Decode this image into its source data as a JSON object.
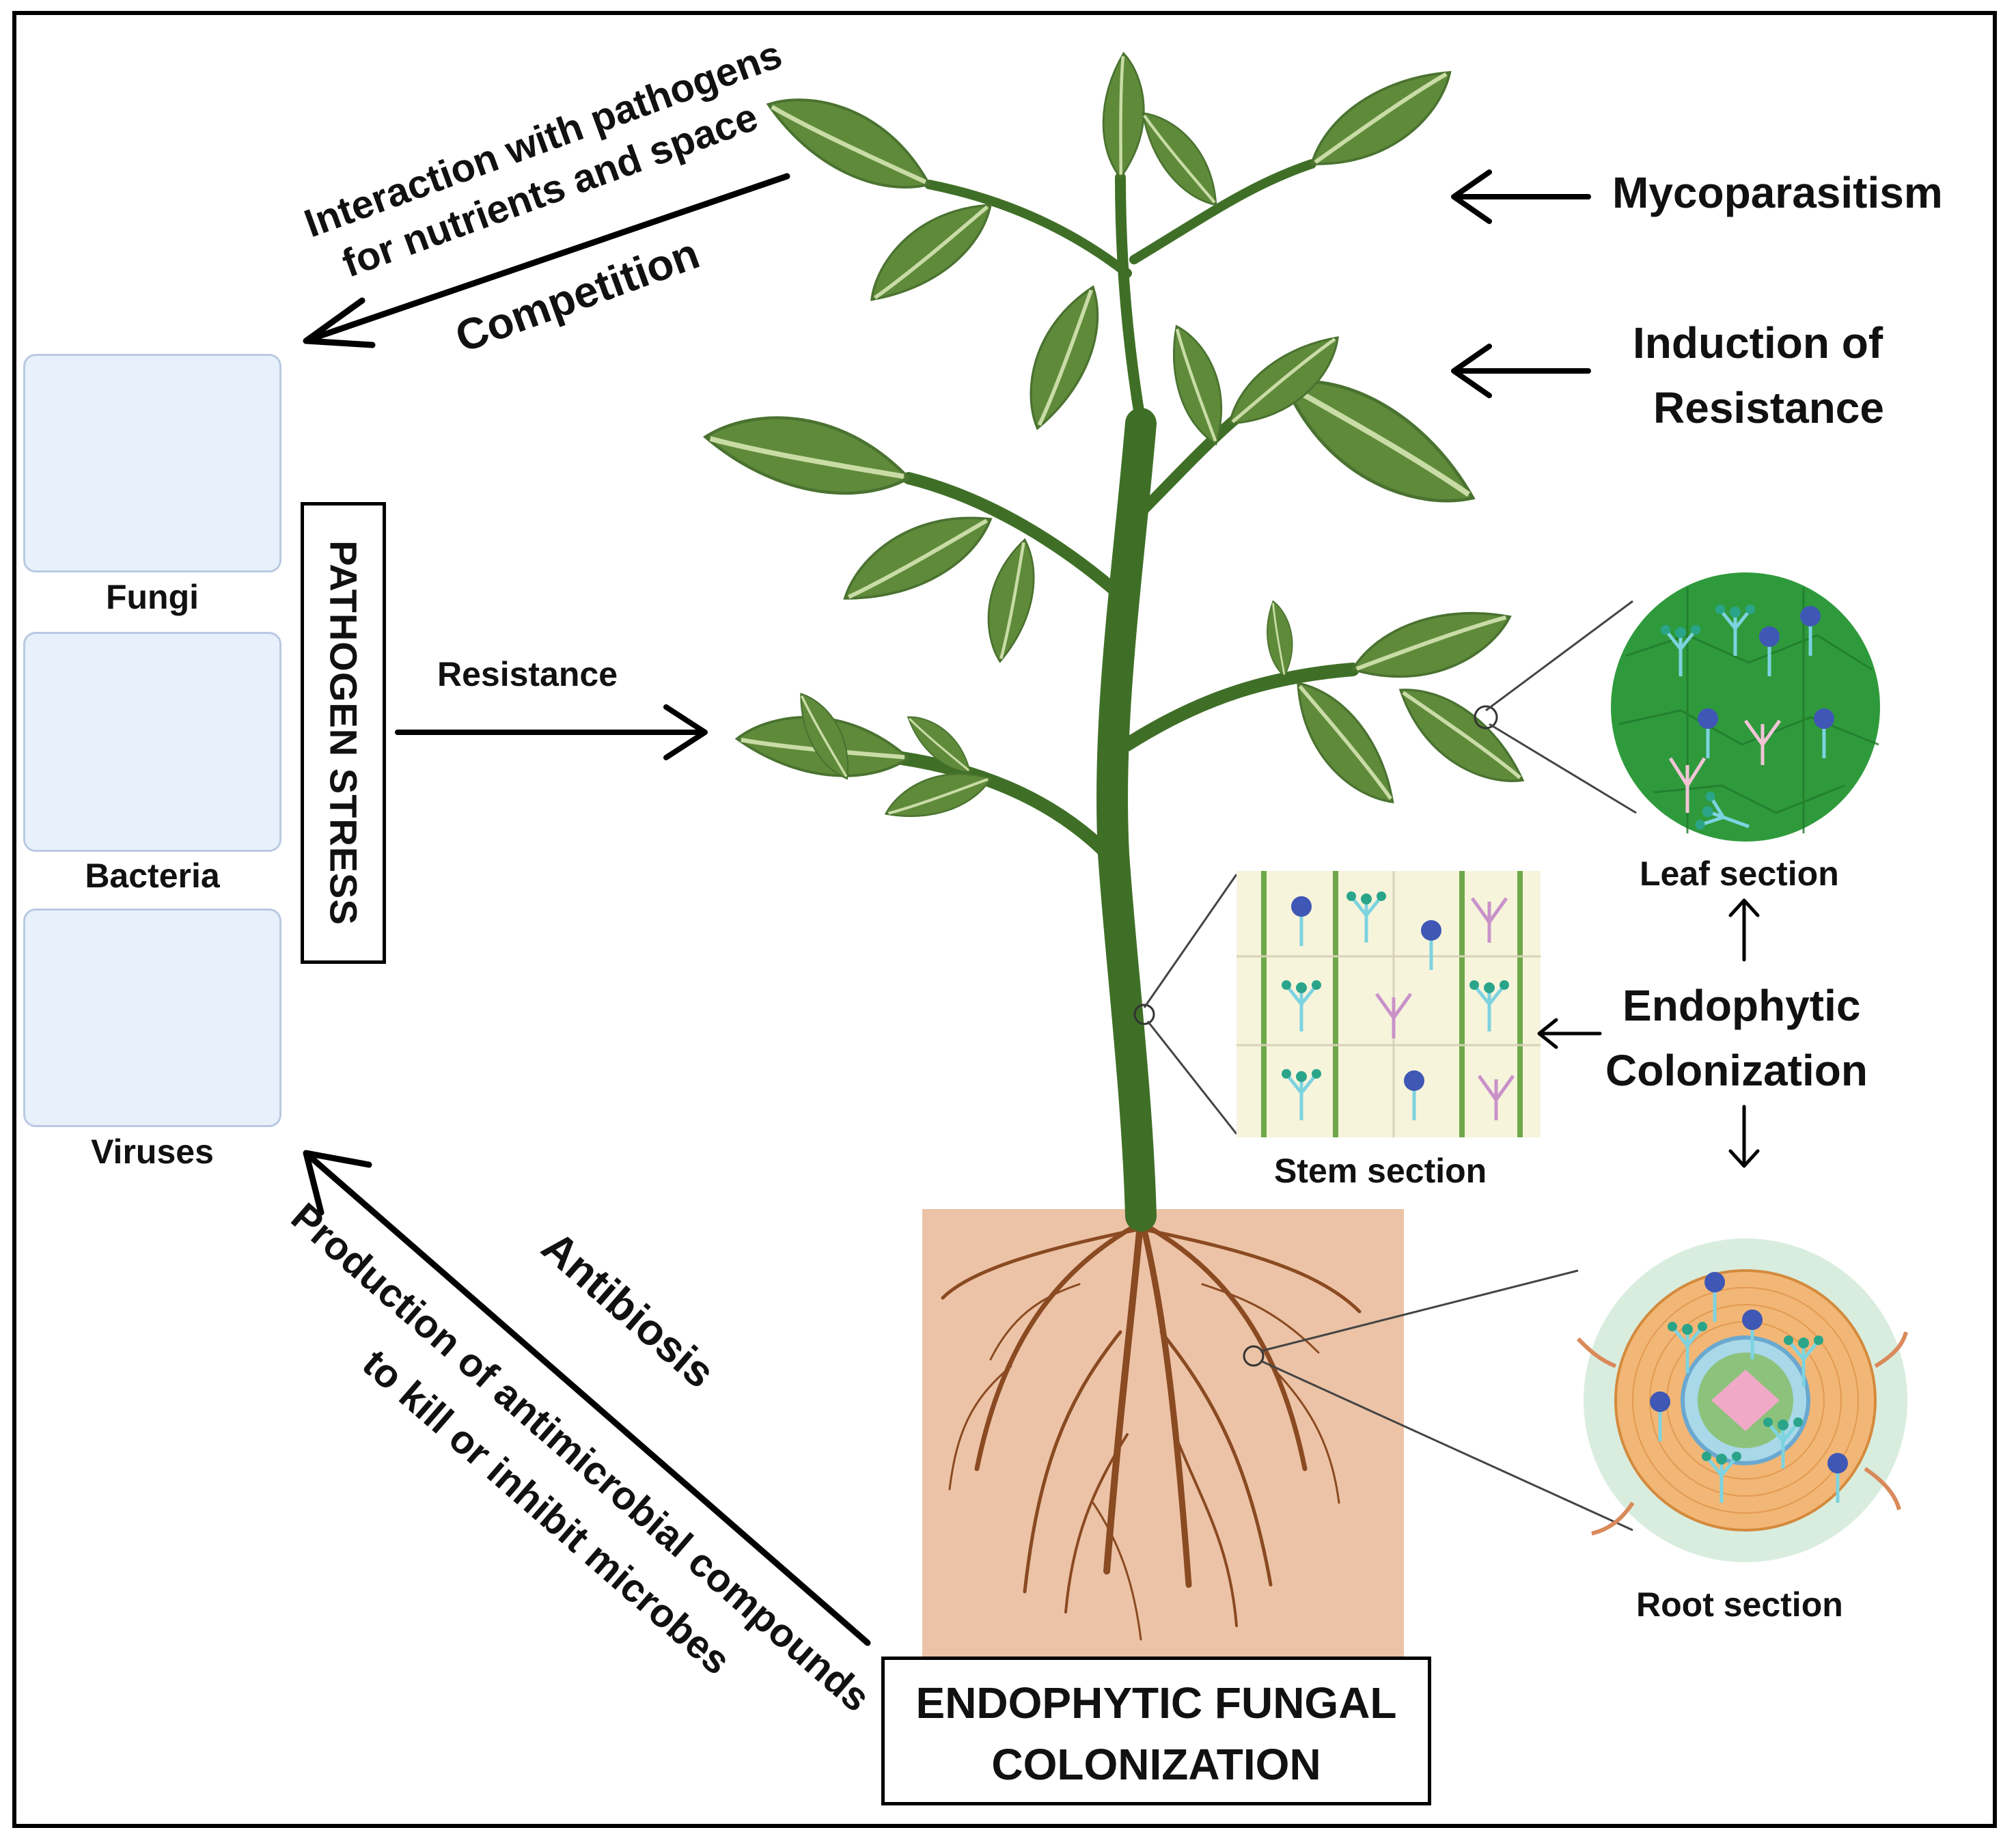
{
  "title_box": {
    "line1": "ENDOPHYTIC FUNGAL",
    "line2": "COLONIZATION"
  },
  "pathogen_stress": {
    "box_label": "PATHOGEN STRESS",
    "groups": [
      {
        "name": "fungi",
        "label": "Fungi"
      },
      {
        "name": "bacteria",
        "label": "Bacteria"
      },
      {
        "name": "viruses",
        "label": "Viruses"
      }
    ]
  },
  "mechanisms": {
    "competition": {
      "heading": "Competition",
      "detail_line1": "Interaction with pathogens",
      "detail_line2": "for nutrients and space"
    },
    "antibiosis": {
      "heading": "Antibiosis",
      "detail_line1": "Production of antimicrobial compounds",
      "detail_line2": "to kill or inhibit microbes"
    },
    "resistance": "Resistance",
    "mycoparasitism": "Mycoparasitism",
    "induction_line1": "Induction of",
    "induction_line2": "Resistance"
  },
  "colonization": {
    "line1": "Endophytic",
    "line2": "Colonization",
    "sections": {
      "leaf": "Leaf section",
      "stem": "Stem section",
      "root": "Root section"
    }
  },
  "colors": {
    "leaf_green": "#5f8a3a",
    "leaf_vein": "#c9dca6",
    "stem_green": "#3f6f27",
    "root_brown": "#8a4a22",
    "soil": "#ecc3a6",
    "leaf_section_bg": "#2f9a3c",
    "panel_bg": "#e8f0fb",
    "virus_blue": "#2d8fcf",
    "bacteria_pink": "#d9546a",
    "bacteria_yellow": "#ecd87a",
    "bacteria_teal": "#0f5a55",
    "fungi_tan": "#b98a5c"
  }
}
